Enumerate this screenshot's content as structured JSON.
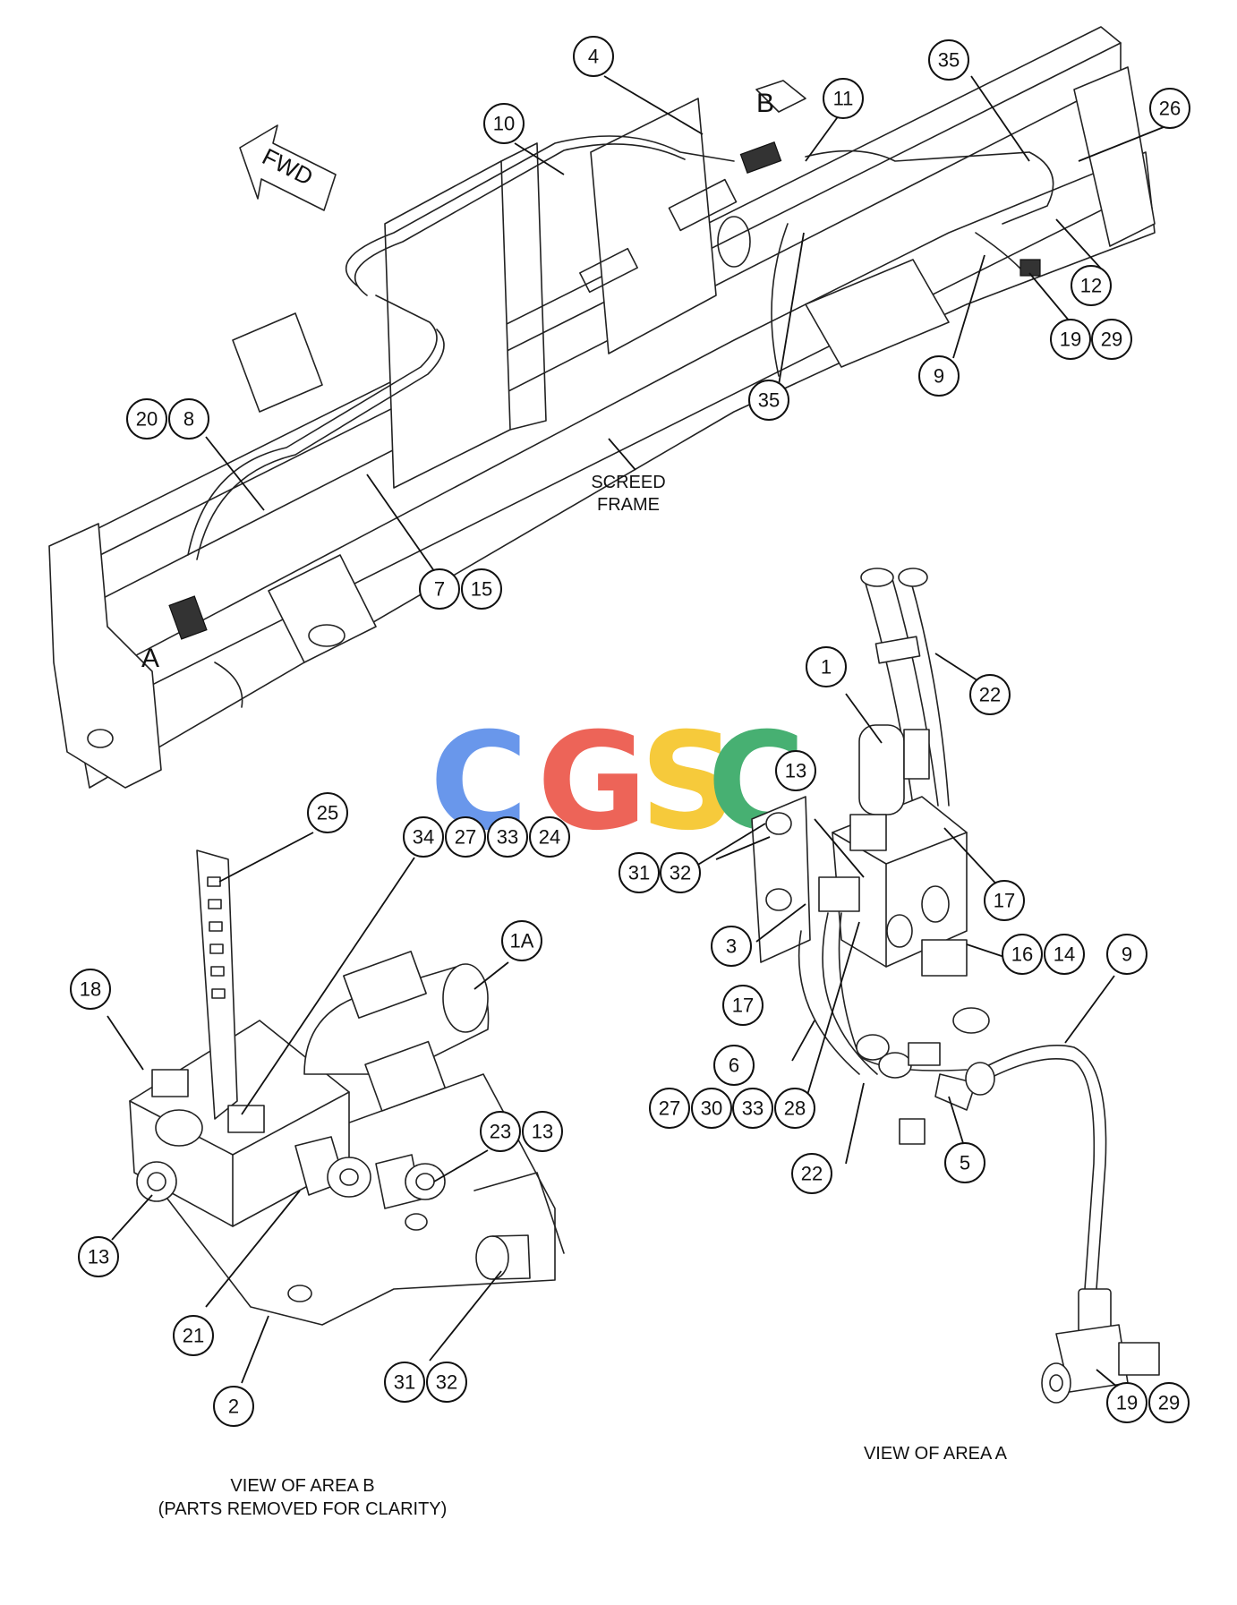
{
  "labels": {
    "fwd": "FWD",
    "area_a_marker": "A",
    "area_b_marker": "B",
    "screed_frame_line1": "SCREED",
    "screed_frame_line2": "FRAME",
    "view_area_a": "VIEW OF AREA A",
    "view_area_b_line1": "VIEW OF AREA B",
    "view_area_b_line2": "(PARTS REMOVED FOR CLARITY)"
  },
  "watermark": {
    "letters": [
      "C",
      "G",
      "S",
      "C"
    ],
    "colors": [
      "#4f86e8",
      "#ea4a3c",
      "#f5c11a",
      "#27a35a"
    ]
  },
  "callouts": {
    "c1": "1",
    "c1a": "1A",
    "c2": "2",
    "c3": "3",
    "c4": "4",
    "c5": "5",
    "c6": "6",
    "c7": "7",
    "c8": "8",
    "c9a": "9",
    "c9b": "9",
    "c10": "10",
    "c11": "11",
    "c12": "12",
    "c13a": "13",
    "c13b": "13",
    "c13c": "13",
    "c14": "14",
    "c15": "15",
    "c16": "16",
    "c17a": "17",
    "c17b": "17",
    "c18": "18",
    "c19a": "19",
    "c19b": "19",
    "c20": "20",
    "c21": "21",
    "c22a": "22",
    "c22b": "22",
    "c23": "23",
    "c24": "24",
    "c25": "25",
    "c26": "26",
    "c27a": "27",
    "c27b": "27",
    "c28": "28",
    "c29a": "29",
    "c29b": "29",
    "c30": "30",
    "c31a": "31",
    "c31b": "31",
    "c32a": "32",
    "c32b": "32",
    "c33a": "33",
    "c33b": "33",
    "c34": "34",
    "c35a": "35",
    "c35b": "35"
  }
}
